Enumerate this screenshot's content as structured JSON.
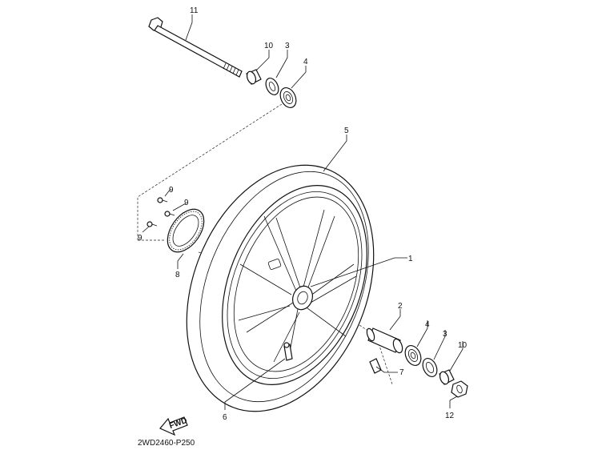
{
  "callouts": {
    "c1": "1",
    "c2": "2",
    "c3a": "3",
    "c3b": "3",
    "c4a": "4",
    "c4b": "4",
    "c5": "5",
    "c6": "6",
    "c7": "7",
    "c8": "8",
    "c9a": "9",
    "c9b": "9",
    "c9c": "9",
    "c10a": "10",
    "c10b": "10",
    "c11": "11",
    "c12": "12"
  },
  "fwd_label": "FWD",
  "diagram_code": "2WD2460-P250"
}
